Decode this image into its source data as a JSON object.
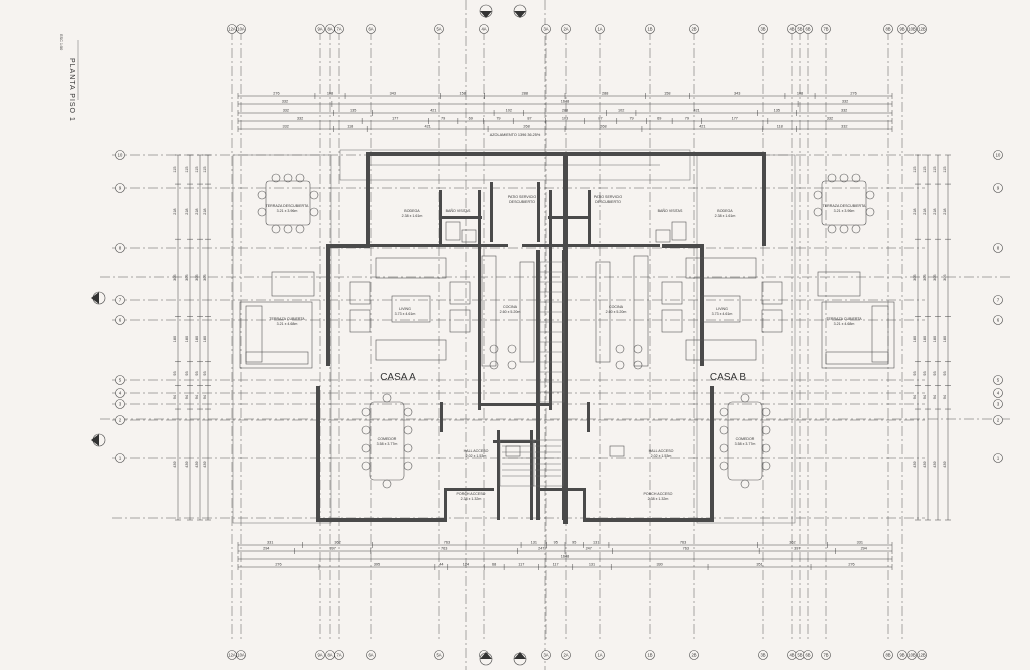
{
  "sheet": {
    "title": "PLANTA PISO 1",
    "scale": "ESC 1:50"
  },
  "axes_top": [
    "12A",
    "10A",
    "9A",
    "8A",
    "7A",
    "6A",
    "5A",
    "4A",
    "3A",
    "2A",
    "1A",
    "1B",
    "2B",
    "3B",
    "4B",
    "5B",
    "6B",
    "7B",
    "8B",
    "9B",
    "10B",
    "12B"
  ],
  "axes_left": [
    "10",
    "9",
    "8",
    "7",
    "6",
    "5",
    "4",
    "3",
    "2",
    "1"
  ],
  "houses": {
    "a": "CASA A",
    "b": "CASA B"
  },
  "rooms": [
    {
      "id": "terraza-descubierta-a",
      "name": "TERRAZA DESCUBIERTA",
      "size": "3.21 x 3.96m"
    },
    {
      "id": "bodega-a",
      "name": "BODEGA",
      "size": "2.38 x 1.61m"
    },
    {
      "id": "bano-a",
      "name": "BAÑO VISITAS",
      "size": ""
    },
    {
      "id": "patio-a",
      "name": "PATIO SERVICIO",
      "size": "DESCUBIERTO"
    },
    {
      "id": "terraza-cubierta-a",
      "name": "TERRAZA CUBIERTA",
      "size": "3.21 x 4.68m"
    },
    {
      "id": "living-a",
      "name": "LIVING",
      "size": "3.73 x 4.61m"
    },
    {
      "id": "cocina-a",
      "name": "COCINA",
      "size": "2.60 x 5.20m"
    },
    {
      "id": "comedor-a",
      "name": "COMEDOR",
      "size": "3.58 x 3.77m"
    },
    {
      "id": "hall-a",
      "name": "HALL ACCESO",
      "size": "2.02 x 1.53m"
    },
    {
      "id": "porch-a",
      "name": "PORCH ACCESO",
      "size": "2.38 x 1.32m"
    },
    {
      "id": "terraza-descubierta-b",
      "name": "TERRAZA DESCUBIERTA",
      "size": "3.21 x 3.96m"
    },
    {
      "id": "bodega-b",
      "name": "BODEGA",
      "size": "2.38 x 1.61m"
    },
    {
      "id": "bano-b",
      "name": "BAÑO VISITAS",
      "size": ""
    },
    {
      "id": "patio-b",
      "name": "PATIO SERVICIO",
      "size": "DESCUBIERTO"
    },
    {
      "id": "terraza-cubierta-b",
      "name": "TERRAZA CUBIERTA",
      "size": "3.21 x 4.68m"
    },
    {
      "id": "living-b",
      "name": "LIVING",
      "size": "3.73 x 4.61m"
    },
    {
      "id": "cocina-b",
      "name": "COCINA",
      "size": "2.60 x 5.20m"
    },
    {
      "id": "comedor-b",
      "name": "COMEDOR",
      "size": "3.58 x 3.77m"
    },
    {
      "id": "hall-b",
      "name": "HALL ACCESO",
      "size": "2.02 x 1.53m"
    },
    {
      "id": "porch-b",
      "name": "PORCH ACCESO",
      "size": "2.38 x 1.32m"
    }
  ],
  "dims_top": {
    "row1": [
      "276",
      "108",
      "343",
      "158",
      "288",
      "288",
      "158",
      "343",
      "108",
      "276"
    ],
    "row2": [
      "332",
      "1648",
      "332"
    ],
    "row3": [
      "332",
      "135",
      "421",
      "102",
      "288",
      "102",
      "421",
      "135",
      "332"
    ],
    "row4": [
      "332",
      "177",
      "79",
      "69",
      "79",
      "87",
      "103",
      "87",
      "79",
      "69",
      "79",
      "177",
      "332"
    ],
    "row5": [
      "332",
      "118",
      "421",
      "268",
      "268",
      "421",
      "118",
      "332"
    ],
    "note": "AZOLAMIENTO 1396 36.25%"
  },
  "dims_bottom": {
    "row1": [
      "331",
      "362",
      "763",
      "131",
      "95",
      "95",
      "131",
      "763",
      "362",
      "331"
    ],
    "row2": [
      "294",
      "397",
      "763",
      "247",
      "247",
      "763",
      "397",
      "294"
    ],
    "row3": [
      "1648"
    ],
    "row4": [
      "276",
      "395",
      "44",
      "124",
      "68",
      "117",
      "117",
      "131",
      "330",
      "351",
      "276"
    ]
  },
  "dims_left": [
    "115",
    "218",
    "305",
    "180",
    "93",
    "94",
    "439"
  ],
  "dims_right": [
    "115",
    "218",
    "305",
    "180",
    "93",
    "94",
    "439"
  ]
}
